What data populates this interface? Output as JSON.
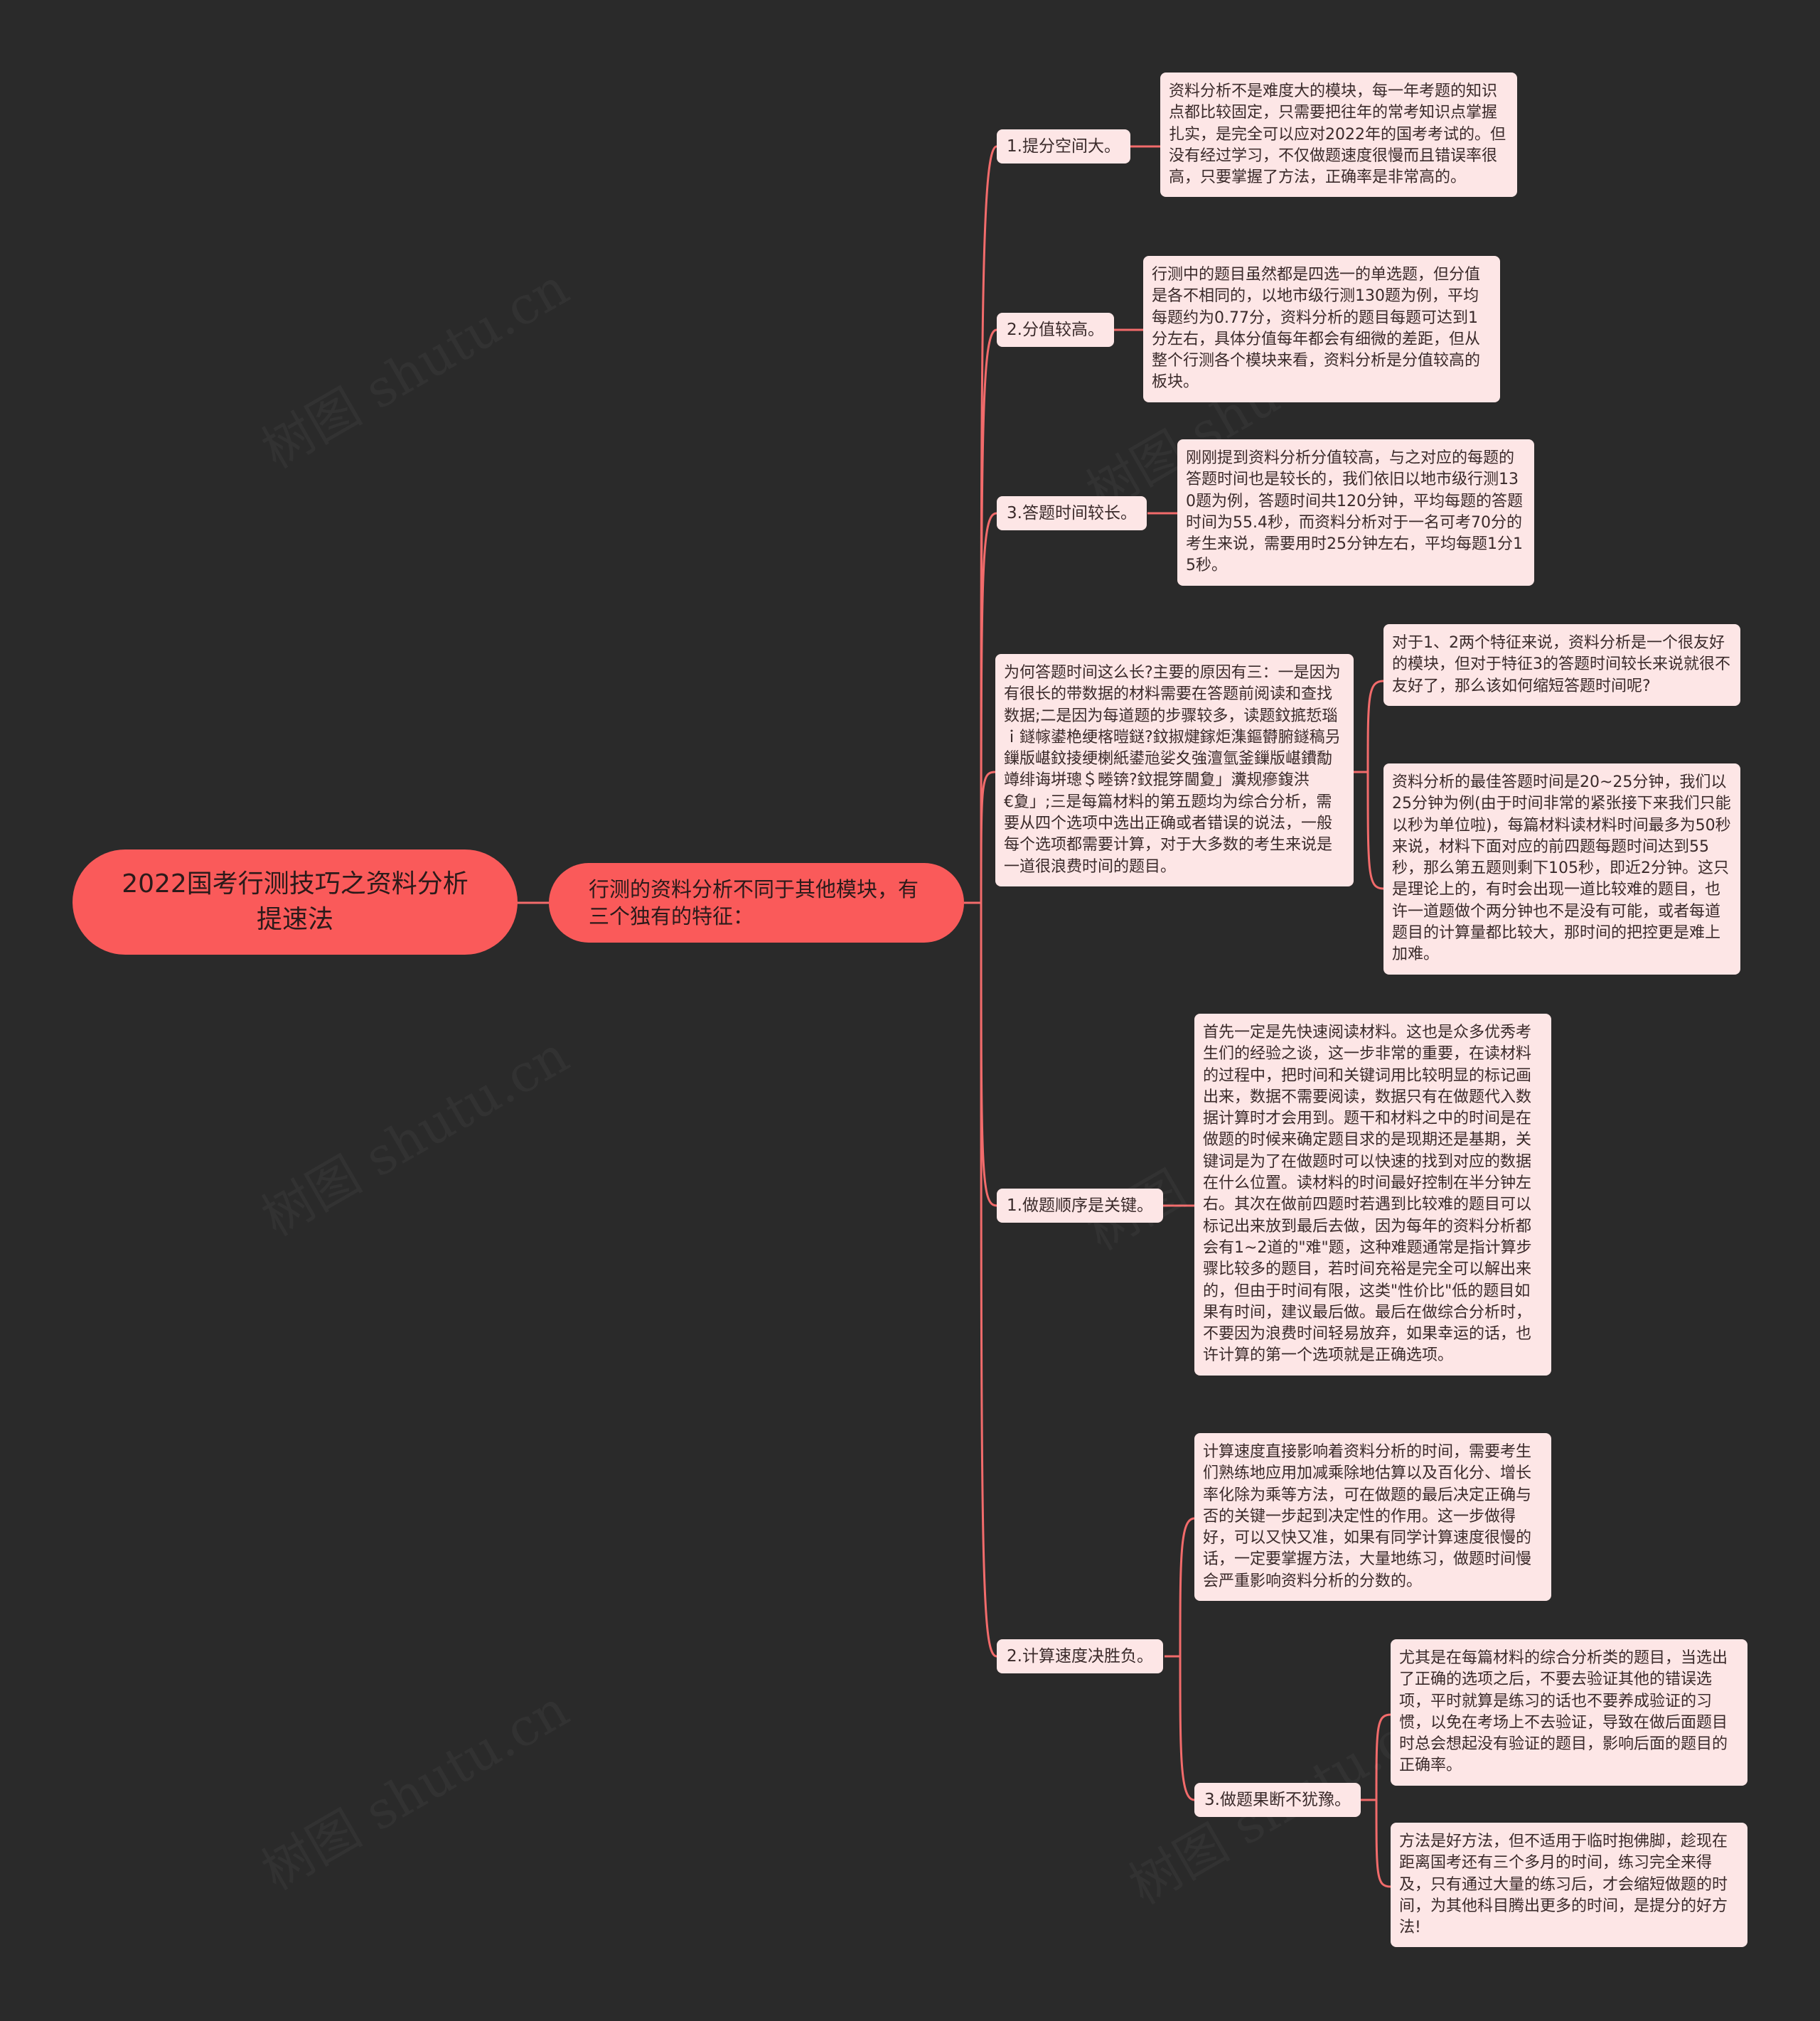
{
  "root": {
    "title": "2022国考行测技巧之资料分析提速法"
  },
  "main": {
    "text": "行测的资料分析不同于其他模块，有三个独有的特征："
  },
  "branches": [
    {
      "label": "1.提分空间大。",
      "content": "资料分析不是难度大的模块，每一年考题的知识点都比较固定，只需要把往年的常考知识点掌握扎实，是完全可以应对2022年的国考考试的。但没有经过学习，不仅做题速度很慢而且错误率很高，只要掌握了方法，正确率是非常高的。"
    },
    {
      "label": "2.分值较高。",
      "content": "行测中的题目虽然都是四选一的单选题，但分值是各不相同的，以地市级行测130题为例，平均每题约为0.77分，资料分析的题目每题可达到1分左右，具体分值每年都会有细微的差距，但从整个行测各个模块来看，资料分析是分值较高的板块。"
    },
    {
      "label": "3.答题时间较长。",
      "content": "刚刚提到资料分析分值较高，与之对应的每题的答题时间也是较长的，我们依旧以地市级行测130题为例，答题时间共120分钟，平均每题的答题时间为55.4秒，而资料分析对于一名可考70分的考生来说，需要用时25分钟左右，平均每题1分15秒。"
    },
    {
      "text": "为何答题时间这么长?主要的原因有三：一是因为有很长的带数据的材料需要在答题前阅读和查找数据;二是因为每道题的步骤较多，读题鈫掋悊瑙ｉ鐩幏鍙栬绠楁暟鎹?鈫掓煡鎵炬潗鏂欎腑鐩稿叧鏁版嵁鈫掕绠楋紙鍙兘娑夊強澶氫釜鏁版嵁鐨勪竴绯诲垪璁＄畻锛?鈫掍笌閫夐」瀵规瘮鍑洪€夐」;三是每篇材料的第五题均为综合分析，需要从四个选项中选出正确或者错误的说法，一般每个选项都需要计算，对于大多数的考生来说是一道很浪费时间的题目。"
    },
    {
      "text": "对于1、2两个特征来说，资料分析是一个很友好的模块，但对于特征3的答题时间较长来说就很不友好了，那么该如何缩短答题时间呢?"
    },
    {
      "text": "资料分析的最佳答题时间是20~25分钟，我们以25分钟为例(由于时间非常的紧张接下来我们只能以秒为单位啦)，每篇材料读材料时间最多为50秒来说，材料下面对应的前四题每题时间达到55秒，那么第五题则剩下105秒，即近2分钟。这只是理论上的，有时会出现一道比较难的题目，也许一道题做个两分钟也不是没有可能，或者每道题目的计算量都比较大，那时间的把控更是难上加难。"
    },
    {
      "label": "1.做题顺序是关键。",
      "content": "首先一定是先快速阅读材料。这也是众多优秀考生们的经验之谈，这一步非常的重要，在读材料的过程中，把时间和关键词用比较明显的标记画出来，数据不需要阅读，数据只有在做题代入数据计算时才会用到。题干和材料之中的时间是在做题的时候来确定题目求的是现期还是基期，关键词是为了在做题时可以快速的找到对应的数据在什么位置。读材料的时间最好控制在半分钟左右。其次在做前四题时若遇到比较难的题目可以标记出来放到最后去做，因为每年的资料分析都会有1~2道的\"难\"题，这种难题通常是指计算步骤比较多的题目，若时间充裕是完全可以解出来的，但由于时间有限，这类\"性价比\"低的题目如果有时间，建议最后做。最后在做综合分析时，不要因为浪费时间轻易放弃，如果幸运的话，也许计算的第一个选项就是正确选项。"
    },
    {
      "label": "2.计算速度决胜负。",
      "content": "计算速度直接影响着资料分析的时间，需要考生们熟练地应用加减乘除地估算以及百化分、增长率化除为乘等方法，可在做题的最后决定正确与否的关键一步起到决定性的作用。这一步做得好，可以又快又准，如果有同学计算速度很慢的话，一定要掌握方法，大量地练习，做题时间慢会严重影响资料分析的分数的。"
    },
    {
      "label": "3.做题果断不犹豫。",
      "content_a": "尤其是在每篇材料的综合分析类的题目，当选出了正确的选项之后，不要去验证其他的错误选项，平时就算是练习的话也不要养成验证的习惯，以免在考场上不去验证，导致在做后面题目时总会想起没有验证的题目，影响后面的题目的正确率。",
      "content_b": "方法是好方法，但不适用于临时抱佛脚，趁现在距离国考还有三个多月的时间，练习完全来得及，只有通过大量的练习后，才会缩短做题的时间，为其他科目腾出更多的时间，是提分的好方法!"
    }
  ],
  "colors": {
    "background": "#2a2a2a",
    "accent": "#fa5a5a",
    "card": "#fde6e6",
    "line": "#f26b6b"
  }
}
